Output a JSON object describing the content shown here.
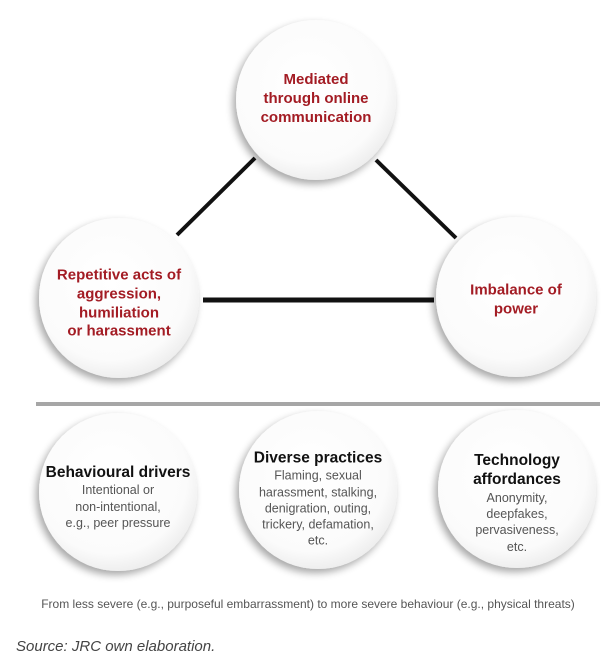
{
  "triangle": {
    "top": [
      "Mediated",
      "through online",
      "communication"
    ],
    "left": [
      "Repetitive acts of",
      "aggression,",
      "humiliation",
      "or harassment"
    ],
    "right": [
      "Imbalance of",
      "power"
    ]
  },
  "aspects": [
    {
      "title": "Behavioural drivers",
      "lines": [
        "Intentional or",
        "non-intentional,",
        "e.g., peer pressure"
      ]
    },
    {
      "title": "Diverse practices",
      "lines": [
        "Flaming, sexual",
        "harassment, stalking,",
        "denigration, outing,",
        "trickery, defamation,",
        "etc."
      ]
    },
    {
      "title_lines": [
        "Technology",
        "affordances"
      ],
      "lines": [
        "Anonymity, deepfakes,",
        "pervasiveness, etc."
      ]
    }
  ],
  "scale_note": "From less severe (e.g., purposeful embarrassment) to more severe behaviour (e.g., physical threats)",
  "source": "Source: JRC own elaboration.",
  "colors": {
    "accent": "#a31c24",
    "divider": "#a6a6a6",
    "connector": "#111111"
  }
}
